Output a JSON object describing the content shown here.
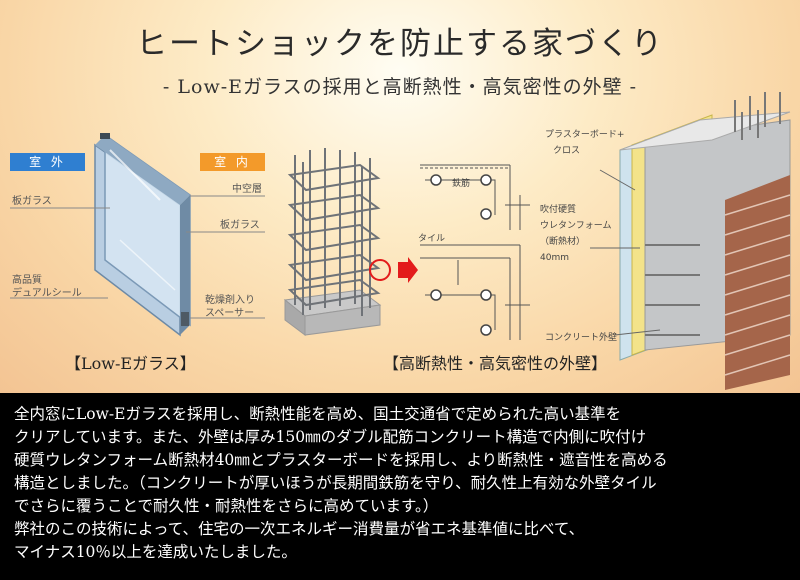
{
  "header": {
    "title": "ヒートショックを防止する家づくり",
    "subtitle": "- Low-Eガラスの採用と高断熱性・高気密性の外壁 -"
  },
  "glass_diagram": {
    "outside_tag": "室 外",
    "inside_tag": "室 内",
    "labels": {
      "pane_outside": "板ガラス",
      "seal": "高品質\nデュアルシール",
      "air_gap": "中空層",
      "pane_inside": "板ガラス",
      "spacer": "乾燥剤入り\nスペーサー"
    },
    "caption": "【Low-Eガラス】",
    "colors": {
      "outside_tag": "#2f7fd1",
      "inside_tag": "#f39a2a"
    }
  },
  "wall_diagram": {
    "labels": {
      "rebar": "鉄筋",
      "tile": "タイル",
      "board": "プラスターボード+\nクロス",
      "foam": "吹付硬質\nウレタンフォーム\n（断熱材）\n40mm",
      "concrete": "コンクリート外壁"
    },
    "caption": "【高断熱性・高気密性の外壁】",
    "colors": {
      "arrow": "#e31b1b",
      "brick": "#a5654a",
      "foam": "#f3e38a"
    }
  },
  "description": {
    "lines": [
      "全内窓にLow-Eガラスを採用し、断熱性能を高め、国土交通省で定められた高い基準を",
      "クリアしています。また、外壁は厚み150㎜のダブル配筋コンクリート構造で内側に吹付け",
      "硬質ウレタンフォーム断熱材40㎜とプラスターボードを採用し、より断熱性・遮音性を高める",
      "構造としました。（コンクリートが厚いほうが長期間鉄筋を守り、耐久性上有効な外壁タイル",
      "でさらに覆うことで耐久性・耐熱性をさらに高めています。）",
      "弊社のこの技術によって、住宅の一次エネルギー消費量が省エネ基準値に比べて、",
      "マイナス10％以上を達成いたしました。"
    ]
  }
}
